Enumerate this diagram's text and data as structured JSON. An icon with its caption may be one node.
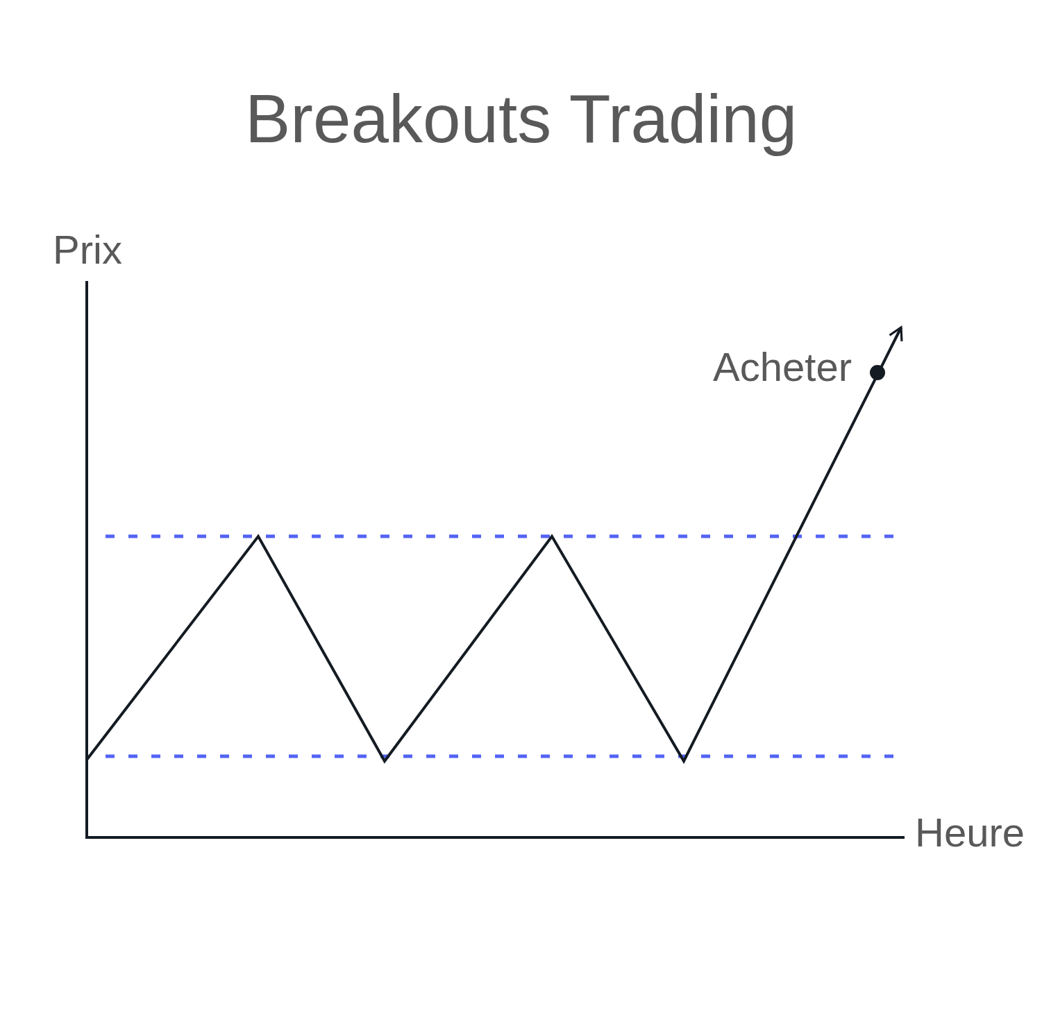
{
  "diagram": {
    "title": "Breakouts Trading",
    "labels": [
      "Prix",
      "Acheter",
      "Heure"
    ]
  }
}
